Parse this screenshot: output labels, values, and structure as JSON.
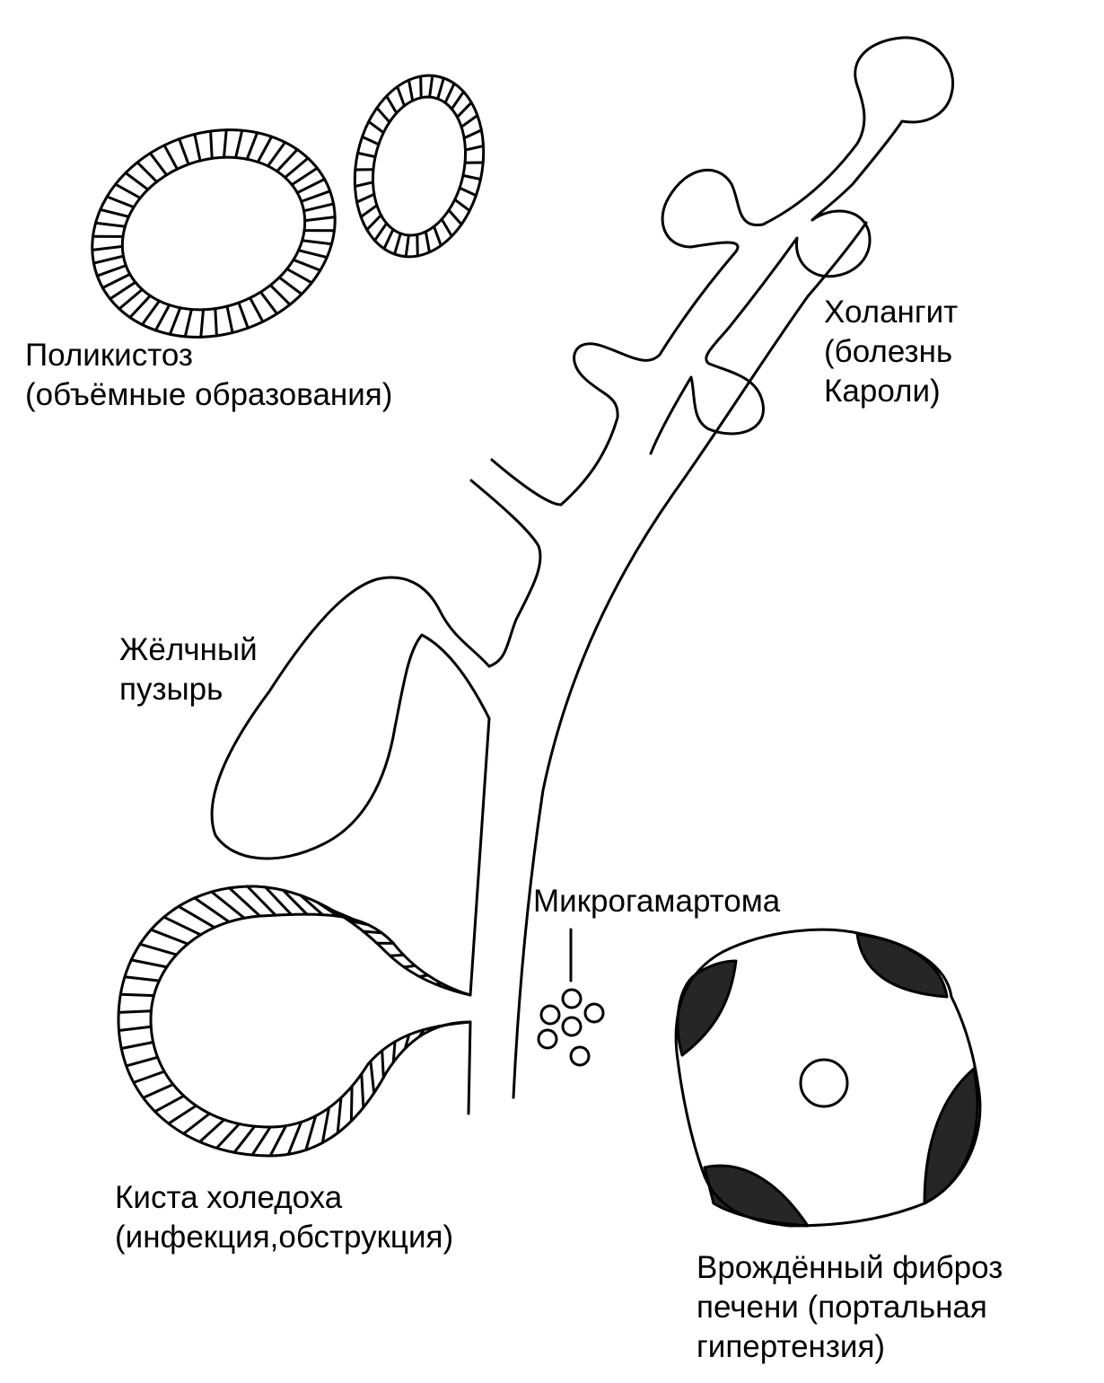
{
  "labels": {
    "polycystosis": [
      "Поликистоз",
      "(объёмные образования)"
    ],
    "cholangitis": [
      "Холангит",
      "(болезнь",
      "Кароли)"
    ],
    "gallbladder": [
      "Жёлчный",
      "пузырь"
    ],
    "microhamartoma": "Микрогамартома",
    "choledochal_cyst": [
      "Киста холедоха",
      "(инфекция,обструкция)"
    ],
    "fibrosis": [
      "Врождённый фиброз",
      "печени (портальная",
      "гипертензия)"
    ]
  },
  "colors": {
    "ink": "#000000",
    "paper": "#ffffff"
  }
}
